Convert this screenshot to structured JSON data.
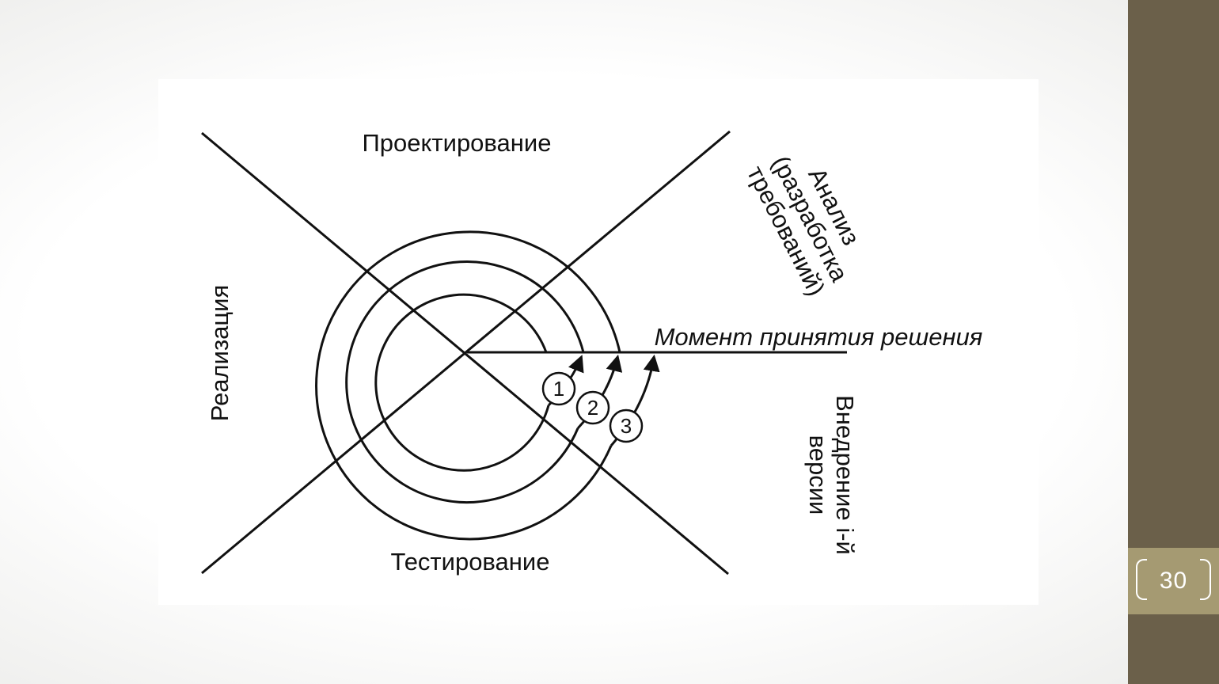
{
  "diagram": {
    "labels": {
      "design": "Проектирование",
      "analysis_line1": "Анализ",
      "analysis_line2": "(разработка",
      "analysis_line3": "требований)",
      "implementation": "Реализация",
      "decision": "Момент принятия решения",
      "deployment_line1": "Внедрение i-й",
      "deployment_line2": "версии",
      "testing": "Тестирование"
    },
    "iterations": [
      {
        "number": "1"
      },
      {
        "number": "2"
      },
      {
        "number": "3"
      }
    ]
  },
  "sidebar": {
    "page_number": "30"
  },
  "colors": {
    "sidebar_bg": "#6b604a",
    "page_box_bg": "#a59a72",
    "page_text": "#ffffff",
    "line_color": "#111111"
  }
}
